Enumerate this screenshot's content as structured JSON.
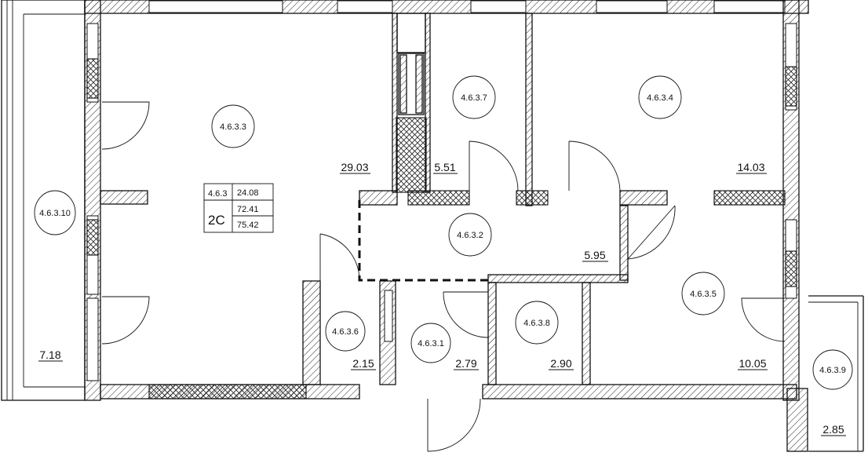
{
  "apartment": {
    "code": "4.6.3",
    "type": "2С",
    "area_living": "24.08",
    "area_total": "72.41",
    "area_with_balcony": "75.42"
  },
  "rooms": [
    {
      "id": "4.6.3.3",
      "area": "29.03"
    },
    {
      "id": "4.6.3.7",
      "area": "5.51"
    },
    {
      "id": "4.6.3.4",
      "area": "14.03"
    },
    {
      "id": "4.6.3.2",
      "area": "5.95"
    },
    {
      "id": "4.6.3.10",
      "area": "7.18"
    },
    {
      "id": "4.6.3.6",
      "area": "2.15"
    },
    {
      "id": "4.6.3.1",
      "area": "2.79"
    },
    {
      "id": "4.6.3.8",
      "area": "2.90"
    },
    {
      "id": "4.6.3.5",
      "area": "10.05"
    },
    {
      "id": "4.6.3.9",
      "area": "2.85"
    }
  ]
}
